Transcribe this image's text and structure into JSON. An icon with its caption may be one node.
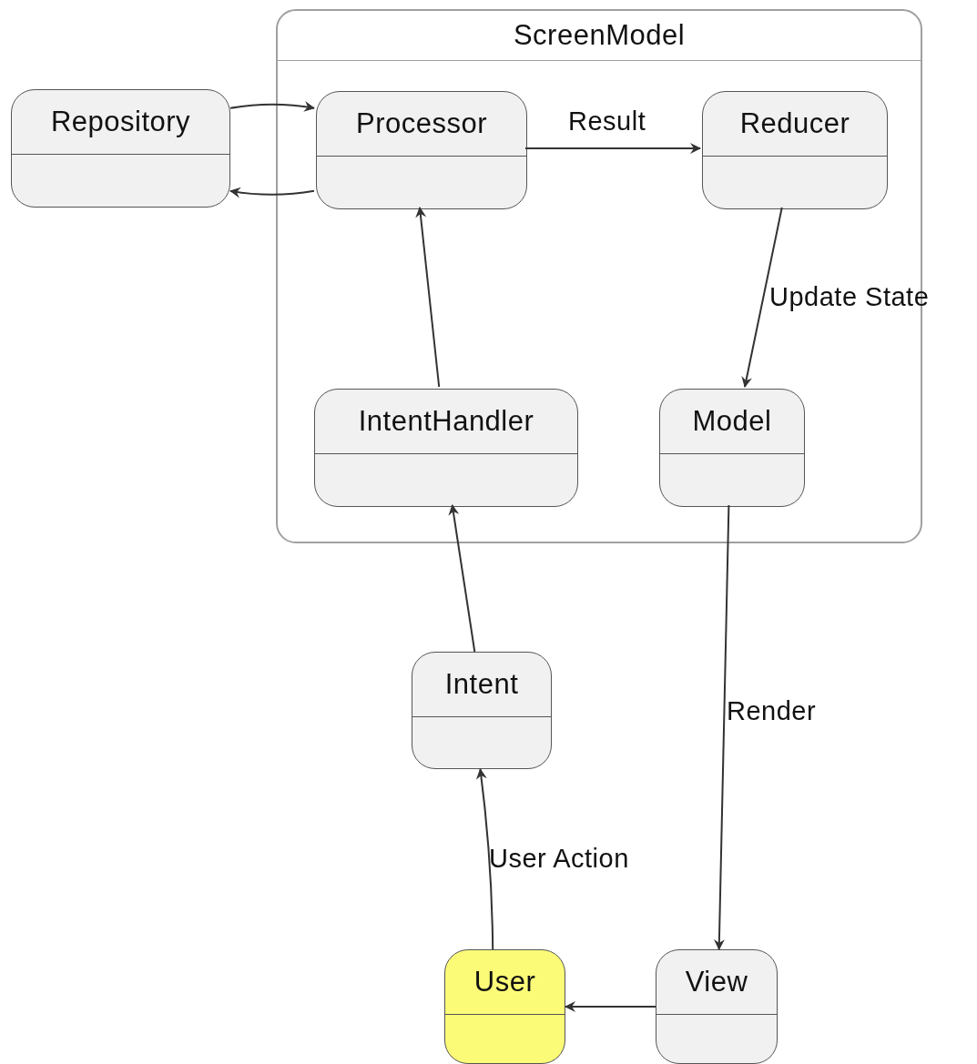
{
  "diagram": {
    "nodes": [
      {
        "text": [
          "ScreenModel"
        ]
      },
      {
        "text": [
          "Repository"
        ]
      },
      {
        "text": [
          "Processor"
        ],
        "in": 0
      },
      {
        "text": [
          "Reducer"
        ],
        "in": 0
      },
      {
        "text": [
          "IntentHandler"
        ],
        "in": 0
      },
      {
        "text": [
          "Model"
        ],
        "in": 0
      },
      {
        "text": [
          "Intent"
        ]
      },
      {
        "text": [
          "User"
        ]
      },
      {
        "text": [
          "View"
        ]
      }
    ],
    "edges": [
      {
        "from": 1,
        "to": 2,
        "arrow": "to"
      },
      {
        "from": 2,
        "to": 1,
        "arrow": "to"
      },
      {
        "from": 2,
        "to": 3,
        "arrow": "to",
        "label": "Result"
      },
      {
        "from": 3,
        "to": 5,
        "arrow": "to",
        "label": "Update State"
      },
      {
        "from": 4,
        "to": 2,
        "arrow": "to"
      },
      {
        "from": 6,
        "to": 4,
        "arrow": "to"
      },
      {
        "from": 7,
        "to": 6,
        "arrow": "to",
        "label": "User Action"
      },
      {
        "from": 5,
        "to": 8,
        "arrow": "to",
        "label": "Render"
      },
      {
        "from": 8,
        "to": 7,
        "arrow": "to"
      }
    ]
  }
}
